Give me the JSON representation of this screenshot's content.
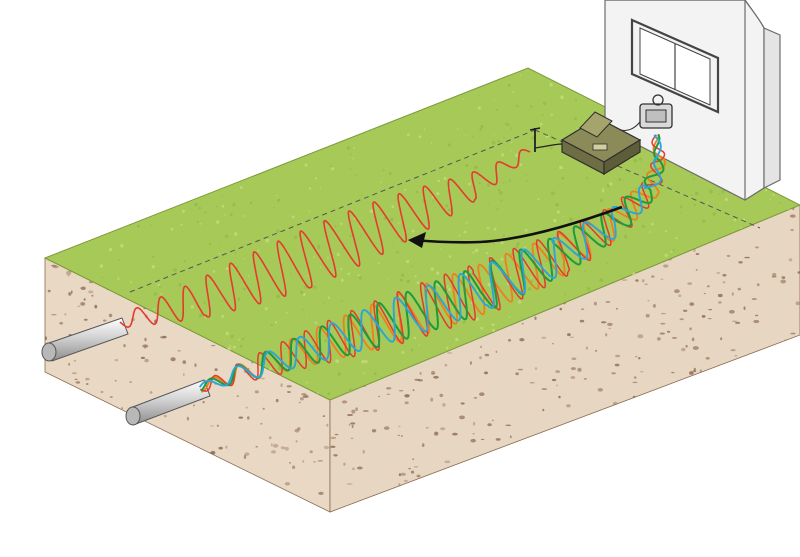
{
  "diagram": {
    "colors": {
      "grass": "#a7c957",
      "grass_shadow": "#93b74a",
      "soil": "#e8d8c4",
      "soil_speckle": "#8c6a4f",
      "building": "#f3f3f3",
      "building_edge": "#6d6d6d",
      "pipe": "#cfcfcf",
      "pipe_edge": "#555555",
      "wave_red": "#e53a2f",
      "wave_orange": "#f07e1f",
      "wave_green": "#1f9a3f",
      "wave_blue": "#2aa5d9",
      "arrow": "#111111",
      "dashed": "#555555"
    },
    "icons": [
      "pipe-icon",
      "building-icon",
      "signal-receiver-icon",
      "meter-icon",
      "arrow-icon"
    ],
    "waves": [
      {
        "id": "red",
        "color_key": "wave_red"
      },
      {
        "id": "orange",
        "color_key": "wave_orange"
      },
      {
        "id": "green",
        "color_key": "wave_green"
      },
      {
        "id": "blue",
        "color_key": "wave_blue"
      }
    ]
  }
}
